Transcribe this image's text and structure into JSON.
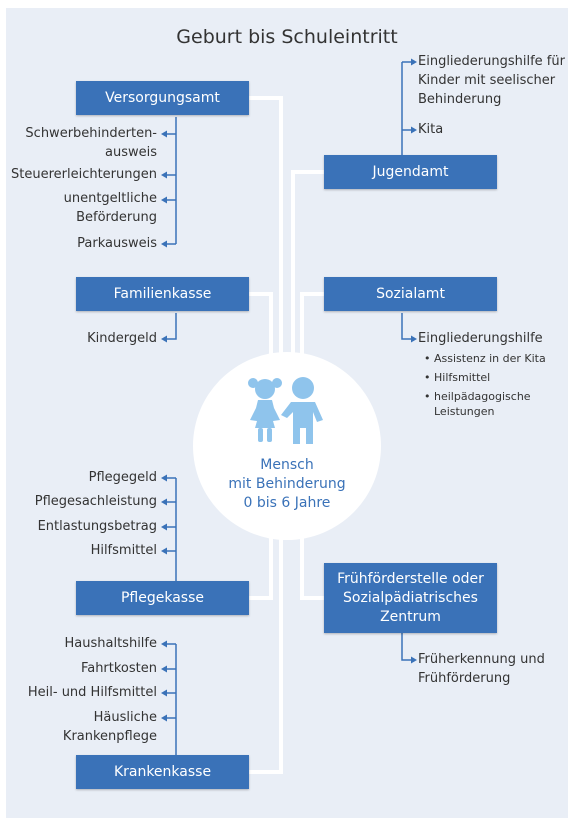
{
  "title": "Geburt bis Schuleintritt",
  "center": {
    "line1": "Mensch",
    "line2": "mit Behinderung",
    "line3": "0 bis 6 Jahre",
    "icon": "children-icon"
  },
  "colors": {
    "box": "#3a72b8",
    "line": "#ffffff",
    "background": "#e9eef6",
    "text": "#333333"
  },
  "boxes": {
    "versorgungsamt": "Versorgungsamt",
    "familienkasse": "Familienkasse",
    "pflegekasse": "Pflegekasse",
    "krankenkasse": "Krankenkasse",
    "jugendamt": "Jugendamt",
    "sozialamt": "Sozialamt",
    "fruehfoerderstelle": [
      "Frühförderstelle oder",
      "Sozialpädiatrisches",
      "Zentrum"
    ]
  },
  "versorgungsamt_items": [
    [
      "Schwerbehinderten-",
      "ausweis"
    ],
    [
      "Steuererleichterungen"
    ],
    [
      "unentgeltliche",
      "Beförderung"
    ],
    [
      "Parkausweis"
    ]
  ],
  "familienkasse_items": [
    "Kindergeld"
  ],
  "pflegekasse_items": [
    "Pflegegeld",
    "Pflegesachleistung",
    "Entlastungsbetrag",
    "Hilfsmittel"
  ],
  "krankenkasse_items": [
    [
      "Haushaltshilfe"
    ],
    [
      "Fahrtkosten"
    ],
    [
      "Heil- und Hilfsmittel"
    ],
    [
      "Häusliche",
      "Krankenpflege"
    ]
  ],
  "jugendamt_items": [
    [
      "Eingliederungshilfe für",
      "Kinder mit seelischer",
      "Behinderung"
    ],
    [
      "Kita"
    ]
  ],
  "sozialamt_items": {
    "main": "Eingliederungshilfe",
    "sub": [
      "Assistenz in der Kita",
      "Hilfsmittel",
      [
        "heilpädagogische",
        "Leistungen"
      ]
    ]
  },
  "fruehfoerderung_items": [
    [
      "Früherkennung und",
      "Frühförderung"
    ]
  ]
}
